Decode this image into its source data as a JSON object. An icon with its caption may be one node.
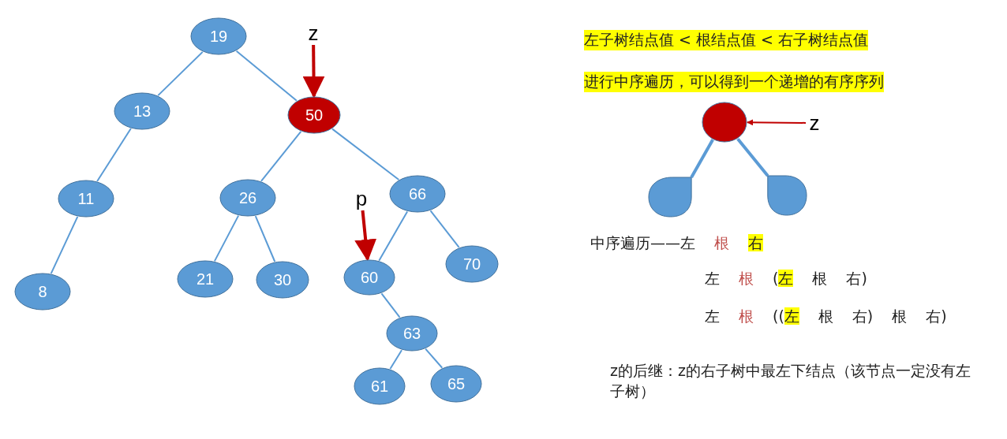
{
  "diagram": {
    "nodes": [
      {
        "text": [
          "19"
        ]
      },
      {
        "text": [
          "13"
        ]
      },
      {
        "text": [
          "50"
        ]
      },
      {
        "text": [
          "11"
        ]
      },
      {
        "text": [
          "8"
        ]
      },
      {
        "text": [
          "26"
        ]
      },
      {
        "text": [
          "66"
        ]
      },
      {
        "text": [
          "21"
        ]
      },
      {
        "text": [
          "30"
        ]
      },
      {
        "text": [
          "60"
        ]
      },
      {
        "text": [
          "70"
        ]
      },
      {
        "text": [
          "63"
        ]
      },
      {
        "text": [
          "61"
        ]
      },
      {
        "text": [
          "65"
        ]
      },
      {
        "text": [
          "z"
        ]
      },
      {
        "text": [
          "p"
        ]
      },
      {
        "text": [],
        "shape": "circle"
      },
      {
        "text": [],
        "shape": "blob"
      },
      {
        "text": [],
        "shape": "blob"
      },
      {
        "text": [
          "z"
        ]
      }
    ],
    "edges": [
      {
        "from": 0,
        "to": 1,
        "arrow": "none"
      },
      {
        "from": 0,
        "to": 2,
        "arrow": "none"
      },
      {
        "from": 1,
        "to": 3,
        "arrow": "none"
      },
      {
        "from": 3,
        "to": 4,
        "arrow": "none"
      },
      {
        "from": 2,
        "to": 5,
        "arrow": "none"
      },
      {
        "from": 2,
        "to": 6,
        "arrow": "none"
      },
      {
        "from": 5,
        "to": 7,
        "arrow": "none"
      },
      {
        "from": 5,
        "to": 8,
        "arrow": "none"
      },
      {
        "from": 6,
        "to": 9,
        "arrow": "none"
      },
      {
        "from": 6,
        "to": 10,
        "arrow": "none"
      },
      {
        "from": 9,
        "to": 11,
        "arrow": "none"
      },
      {
        "from": 11,
        "to": 12,
        "arrow": "none"
      },
      {
        "from": 11,
        "to": 13,
        "arrow": "none"
      },
      {
        "from": 14,
        "to": 2,
        "arrow": "to",
        "style": "thick",
        "color": "#c00000"
      },
      {
        "from": 15,
        "to": 9,
        "arrow": "to",
        "style": "thick",
        "color": "#c00000"
      },
      {
        "from": 16,
        "to": 17,
        "arrow": "none",
        "style": "thick"
      },
      {
        "from": 16,
        "to": 18,
        "arrow": "none",
        "style": "thick"
      },
      {
        "from": 19,
        "to": 16,
        "arrow": "to",
        "color": "#c00000"
      }
    ],
    "labels": [
      "左子树结点值 < 根结点值 < 右子树结点值",
      "进行中序遍历，可以得到一个递增的有序序列",
      "中序遍历——左 根 右",
      "左 根 (左 根 右)",
      "左 根 ((左 根 右) 根 右)",
      "z的后继：z的右子树中最左下结点（该节点一定没有左子树）"
    ]
  }
}
